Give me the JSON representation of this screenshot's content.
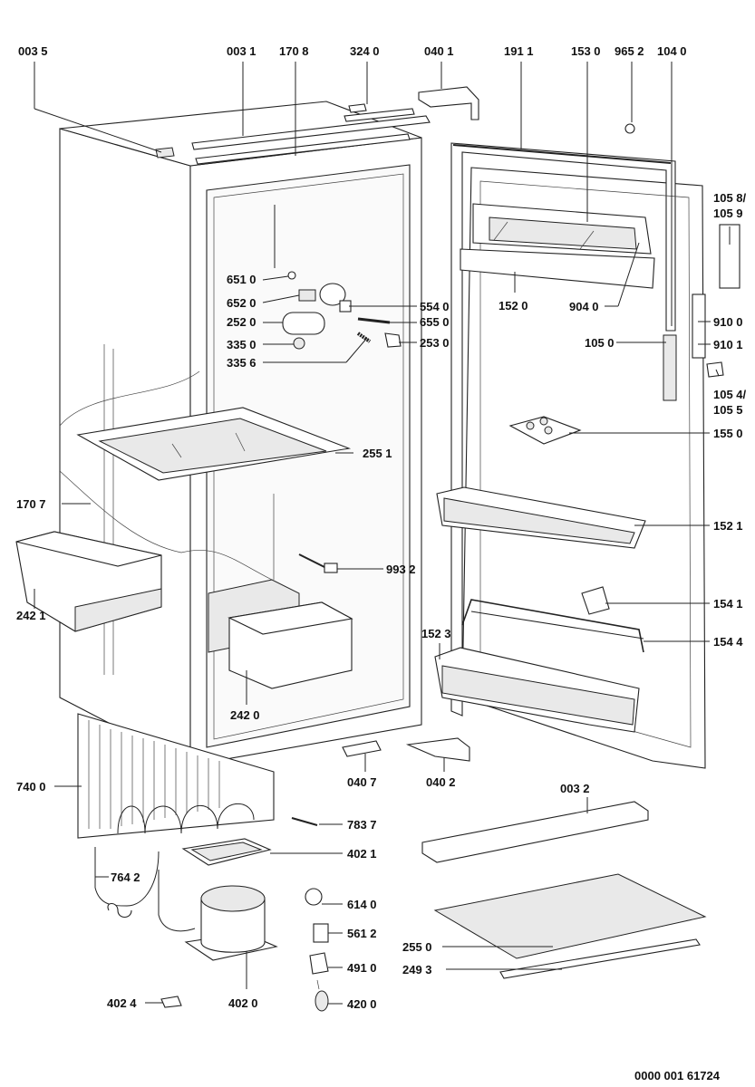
{
  "document_code": "0000 001 61724",
  "labels": {
    "l0035": "003 5",
    "l0031": "003 1",
    "l1708": "170 8",
    "l3240": "324 0",
    "l0401": "040 1",
    "l1911": "191 1",
    "l1530": "153 0",
    "l9652": "965 2",
    "l1040": "104 0",
    "l1058": "105 8/",
    "l1059": "105 9",
    "l6510": "651 0",
    "l6520": "652 0",
    "l2520": "252 0",
    "l3350": "335 0",
    "l3356": "335 6",
    "l5540": "554 0",
    "l6550": "655 0",
    "l2530": "253 0",
    "l1520": "152 0",
    "l9040": "904 0",
    "l9100": "910 0",
    "l9101": "910 1",
    "l1050": "105 0",
    "l1054": "105 4/",
    "l1055": "105 5",
    "l2551": "255 1",
    "l1550": "155 0",
    "l1707": "170 7",
    "l1521": "152 1",
    "l9932": "993 2",
    "l2421": "242 1",
    "l1541": "154 1",
    "l1544": "154 4",
    "l1523": "152 3",
    "l2420": "242 0",
    "l0407": "040 7",
    "l0402": "040 2",
    "l7400": "740 0",
    "l0032": "003 2",
    "l7837": "783 7",
    "l4021": "402 1",
    "l7642": "764 2",
    "l6140": "614 0",
    "l5612": "561 2",
    "l2550": "255 0",
    "l2493": "249 3",
    "l4910": "491 0",
    "l4024": "402 4",
    "l4020": "402 0",
    "l4200": "420 0"
  }
}
